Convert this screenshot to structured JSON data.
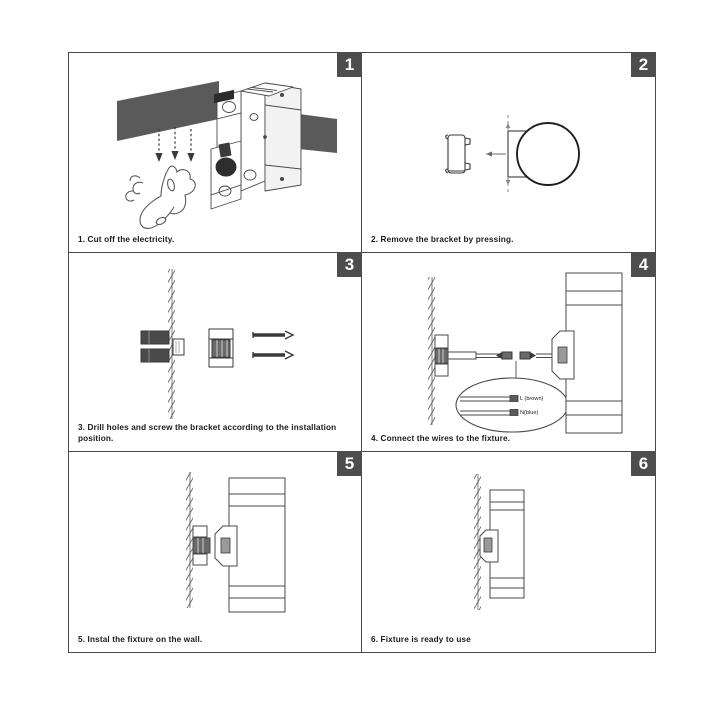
{
  "document": {
    "title": "Wall Fixture Installation Instructions",
    "background_color": "#ffffff",
    "line_color": "#4a4a4a",
    "badge_color": "#4d4d4d",
    "badge_text_color": "#ffffff",
    "rail_fill": "#5a5a5a"
  },
  "panels": [
    {
      "number": "1",
      "caption": "1. Cut off the electricity.",
      "subject": "circuit-breaker-with-hand",
      "elements": [
        "din-rail",
        "circuit-breaker",
        "pointing-hand",
        "down-arrows"
      ]
    },
    {
      "number": "2",
      "caption": "2. Remove the bracket by pressing.",
      "subject": "bracket-removal",
      "elements": [
        "bracket",
        "press-arrow",
        "fixture-base-square",
        "fixture-circle"
      ]
    },
    {
      "number": "3",
      "caption": "3. Drill holes and screw the bracket according to the installation position.",
      "subject": "drill-and-screw-bracket",
      "elements": [
        "wall-hatch",
        "wall-anchors",
        "bracket",
        "screws"
      ]
    },
    {
      "number": "4",
      "caption": "4. Connect the wires to the fixture.",
      "subject": "wire-connection",
      "elements": [
        "wall-hatch",
        "bracket",
        "wires",
        "fixture-cylinder",
        "magnifier-detail"
      ],
      "wire_labels": [
        "L (brown)",
        "N(blue)"
      ]
    },
    {
      "number": "5",
      "caption": "5. Instal the fixture on the wall.",
      "subject": "install-fixture",
      "elements": [
        "wall-hatch",
        "bracket",
        "fixture-cylinder"
      ]
    },
    {
      "number": "6",
      "caption": "6. Fixture is ready to use",
      "subject": "finished-fixture",
      "elements": [
        "wall-hatch",
        "fixture-cylinder-mounted"
      ]
    }
  ]
}
